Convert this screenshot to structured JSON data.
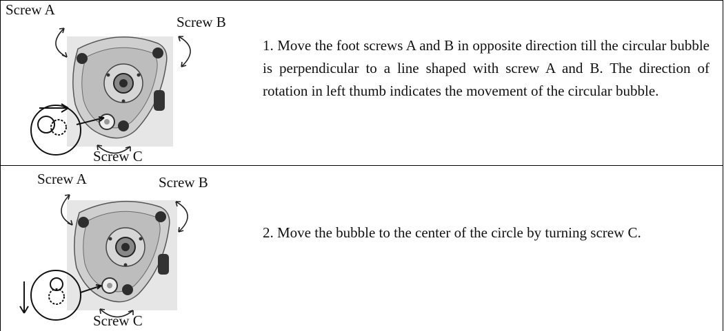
{
  "steps": [
    {
      "screw_a": "Screw A",
      "screw_b": "Screw B",
      "screw_c": "Screw C",
      "text": "1. Move the foot screws A and B in opposite direction till the circular bubble is perpendicular to a line shaped with screw A and B. The direction of rotation in left thumb indicates the movement of the circular bubble."
    },
    {
      "screw_a": "Screw A",
      "screw_b": "Screw B",
      "screw_c": "Screw C",
      "text": "2. Move the bubble to the center of the circle by turning screw C."
    }
  ],
  "icons": [
    "tribrach-image",
    "rotation-arrow-icon",
    "circular-bubble-icon",
    "right-arrow-icon",
    "down-arrow-icon"
  ]
}
